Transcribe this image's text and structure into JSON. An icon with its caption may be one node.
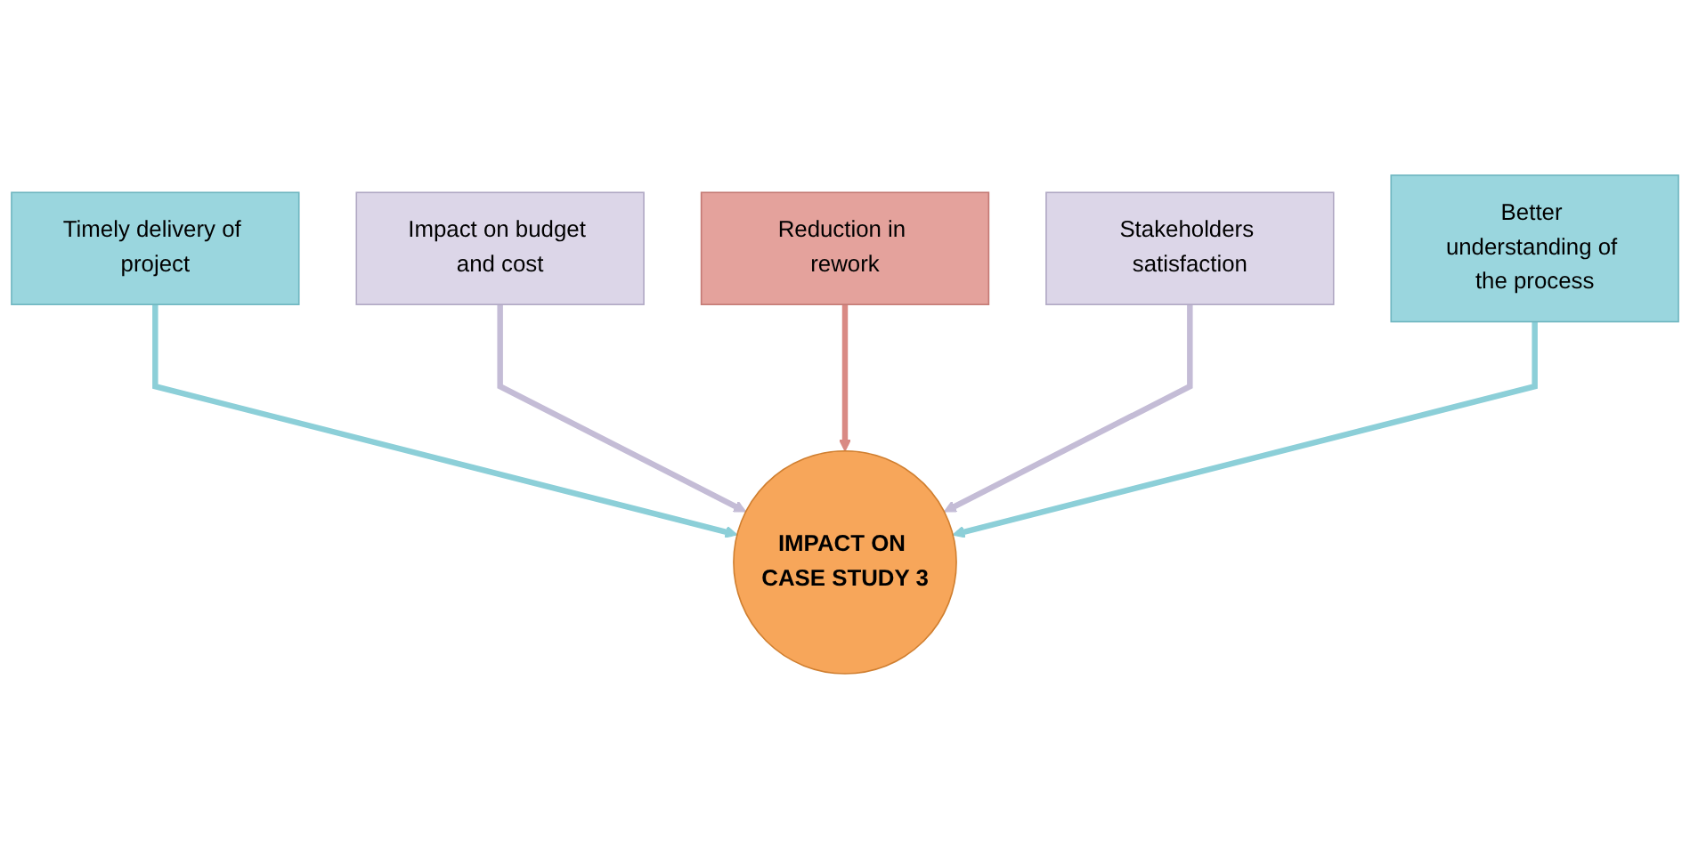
{
  "diagram": {
    "nodes": [
      {
        "text": [
          "Timely delivery of project"
        ]
      },
      {
        "text": [
          "Impact on budget and cost"
        ]
      },
      {
        "text": [
          "Reduction in rework"
        ]
      },
      {
        "text": [
          "Stakeholders satisfaction"
        ]
      },
      {
        "text": [
          "Better understanding of the process"
        ]
      },
      {
        "text": [
          "IMPACT ON CASE STUDY 3"
        ]
      }
    ],
    "edges": [
      {
        "from": 0,
        "to": 5,
        "arrow": "to",
        "color": "#8ccfd8"
      },
      {
        "from": 1,
        "to": 5,
        "arrow": "to",
        "color": "#c4bcd6"
      },
      {
        "from": 2,
        "to": 5,
        "arrow": "to",
        "color": "#d98a84"
      },
      {
        "from": 3,
        "to": 5,
        "arrow": "to",
        "color": "#c4bcd6"
      },
      {
        "from": 4,
        "to": 5,
        "arrow": "to",
        "color": "#8ccfd8"
      }
    ]
  }
}
